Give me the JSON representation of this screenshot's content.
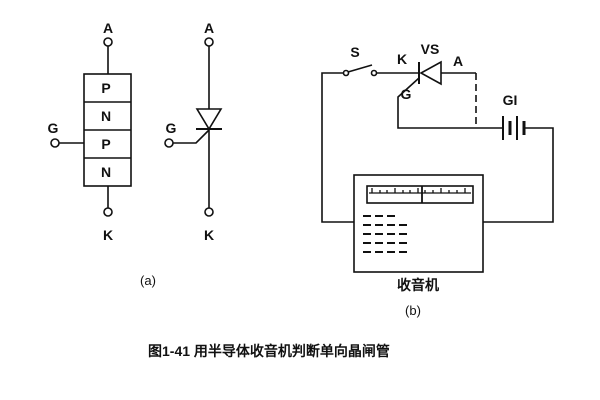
{
  "figure_a": {
    "anode_label": "A",
    "cathode_label": "K",
    "gate_label": "G",
    "layers": [
      "P",
      "N",
      "P",
      "N"
    ],
    "symbol_anode_label": "A",
    "symbol_cathode_label": "K",
    "symbol_gate_label": "G",
    "tag": "(a)"
  },
  "figure_b": {
    "switch_label": "S",
    "k_label": "K",
    "thyristor_label": "VS",
    "a_label": "A",
    "g_label": "G",
    "battery_label": "GI",
    "radio_label": "收音机",
    "tag": "(b)"
  },
  "caption": "图1-41 用半导体收音机判断单向晶闸管"
}
